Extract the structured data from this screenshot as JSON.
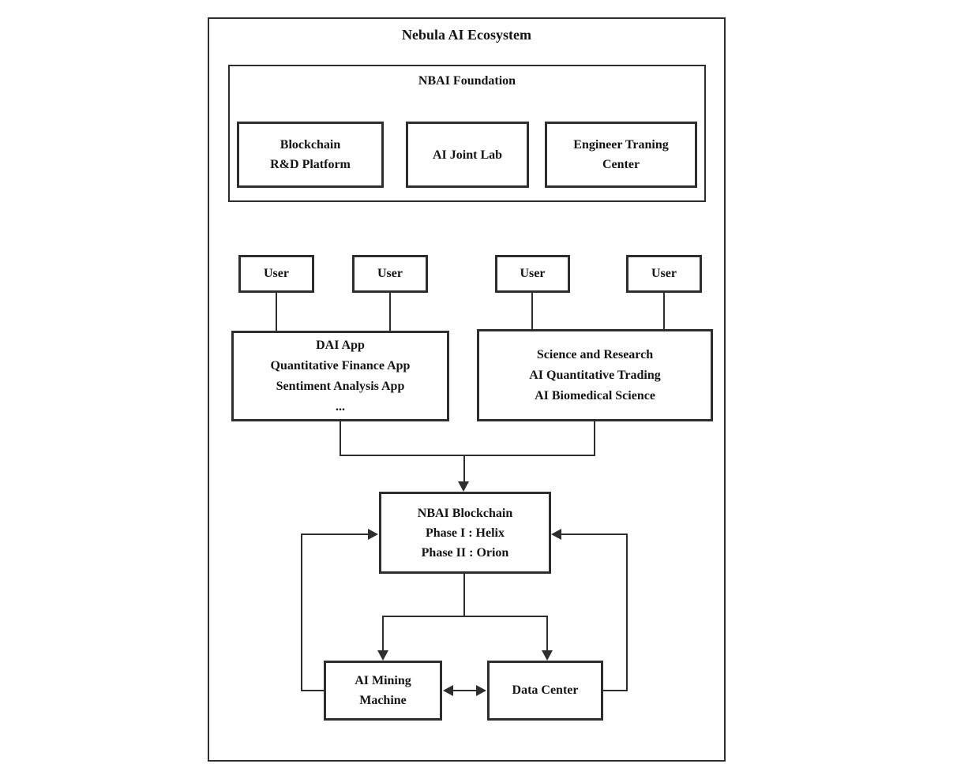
{
  "diagram": {
    "title": "Nebula AI Ecosystem",
    "foundation": {
      "title": "NBAI Foundation",
      "nodes": {
        "blockchain_rd": {
          "line1": "Blockchain",
          "line2": "R&D Platform"
        },
        "ai_joint_lab": {
          "line1": "AI Joint Lab"
        },
        "engineer_training": {
          "line1": "Engineer Traning",
          "line2": "Center"
        }
      }
    },
    "users": {
      "user1": "User",
      "user2": "User",
      "user3": "User",
      "user4": "User"
    },
    "consumer_apps": {
      "line1": "DAI App",
      "line2": "Quantitative Finance App",
      "line3": "Sentiment Analysis App",
      "line4": "..."
    },
    "research_apps": {
      "line1": "Science and Research",
      "line2": "AI Quantitative Trading",
      "line3": "AI Biomedical Science"
    },
    "blockchain": {
      "line1": "NBAI Blockchain",
      "line2": "Phase I : Helix",
      "line3": "Phase II : Orion"
    },
    "mining_machine": {
      "line1": "AI Mining",
      "line2": "Machine"
    },
    "data_center": {
      "label": "Data Center"
    },
    "colors": {
      "line": "#2e2e2e",
      "text": "#141414",
      "background": "#ffffff"
    }
  }
}
